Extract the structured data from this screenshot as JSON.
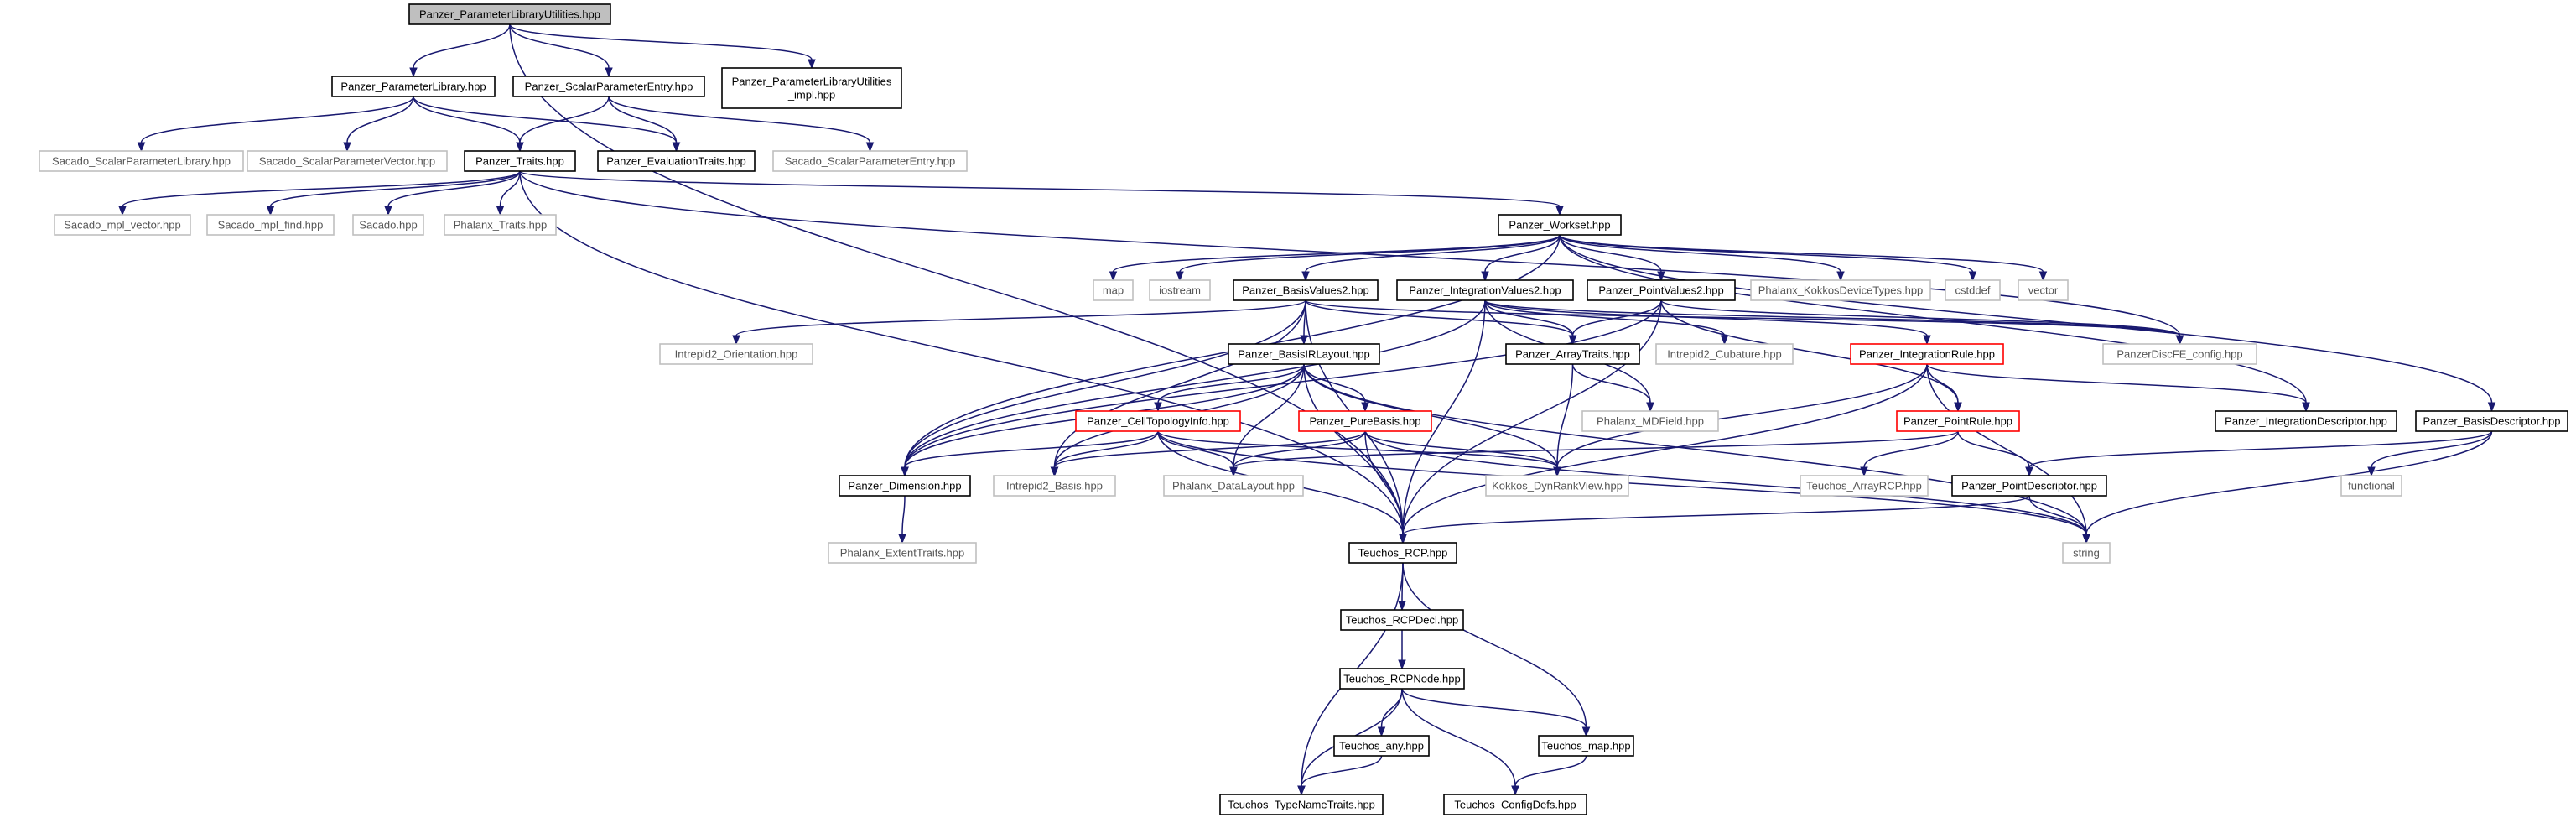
{
  "nodes": [
    {
      "id": "root",
      "label": "Panzer_ParameterLibraryUtilities.hpp",
      "kind": "root"
    },
    {
      "id": "plib",
      "label": "Panzer_ParameterLibrary.hpp",
      "kind": "doc"
    },
    {
      "id": "spentry",
      "label": "Panzer_ScalarParameterEntry.hpp",
      "kind": "doc"
    },
    {
      "id": "putil_impl",
      "label": [
        "Panzer_ParameterLibraryUtilities",
        "_impl.hpp"
      ],
      "kind": "doc"
    },
    {
      "id": "sac_spl",
      "label": "Sacado_ScalarParameterLibrary.hpp",
      "kind": "ext"
    },
    {
      "id": "sac_spv",
      "label": "Sacado_ScalarParameterVector.hpp",
      "kind": "ext"
    },
    {
      "id": "traits",
      "label": "Panzer_Traits.hpp",
      "kind": "doc"
    },
    {
      "id": "evaltraits",
      "label": "Panzer_EvaluationTraits.hpp",
      "kind": "doc"
    },
    {
      "id": "sac_spe",
      "label": "Sacado_ScalarParameterEntry.hpp",
      "kind": "ext"
    },
    {
      "id": "sac_mplv",
      "label": "Sacado_mpl_vector.hpp",
      "kind": "ext"
    },
    {
      "id": "sac_mplf",
      "label": "Sacado_mpl_find.hpp",
      "kind": "ext"
    },
    {
      "id": "sacado",
      "label": "Sacado.hpp",
      "kind": "ext"
    },
    {
      "id": "phx_traits",
      "label": "Phalanx_Traits.hpp",
      "kind": "ext"
    },
    {
      "id": "workset",
      "label": "Panzer_Workset.hpp",
      "kind": "doc"
    },
    {
      "id": "map",
      "label": "map",
      "kind": "ext"
    },
    {
      "id": "iostream",
      "label": "iostream",
      "kind": "ext"
    },
    {
      "id": "basisvals",
      "label": "Panzer_BasisValues2.hpp",
      "kind": "doc"
    },
    {
      "id": "intvals",
      "label": "Panzer_IntegrationValues2.hpp",
      "kind": "doc"
    },
    {
      "id": "pointvals",
      "label": "Panzer_PointValues2.hpp",
      "kind": "doc"
    },
    {
      "id": "phx_kokkos",
      "label": "Phalanx_KokkosDeviceTypes.hpp",
      "kind": "ext"
    },
    {
      "id": "cstddef",
      "label": "cstddef",
      "kind": "ext"
    },
    {
      "id": "vector",
      "label": "vector",
      "kind": "ext"
    },
    {
      "id": "intrep_orient",
      "label": "Intrepid2_Orientation.hpp",
      "kind": "ext"
    },
    {
      "id": "basisirl",
      "label": "Panzer_BasisIRLayout.hpp",
      "kind": "doc"
    },
    {
      "id": "arraytraits",
      "label": "Panzer_ArrayTraits.hpp",
      "kind": "doc"
    },
    {
      "id": "intrep_cub",
      "label": "Intrepid2_Cubature.hpp",
      "kind": "ext"
    },
    {
      "id": "intrule",
      "label": "Panzer_IntegrationRule.hpp",
      "kind": "warn"
    },
    {
      "id": "discfe",
      "label": "PanzerDiscFE_config.hpp",
      "kind": "ext"
    },
    {
      "id": "celltopo",
      "label": "Panzer_CellTopologyInfo.hpp",
      "kind": "warn"
    },
    {
      "id": "purebasis",
      "label": "Panzer_PureBasis.hpp",
      "kind": "warn"
    },
    {
      "id": "phx_mdf",
      "label": "Phalanx_MDField.hpp",
      "kind": "ext"
    },
    {
      "id": "pointrule",
      "label": "Panzer_PointRule.hpp",
      "kind": "warn"
    },
    {
      "id": "intdesc",
      "label": "Panzer_IntegrationDescriptor.hpp",
      "kind": "doc"
    },
    {
      "id": "basisdesc",
      "label": "Panzer_BasisDescriptor.hpp",
      "kind": "doc"
    },
    {
      "id": "dimension",
      "label": "Panzer_Dimension.hpp",
      "kind": "doc"
    },
    {
      "id": "intrep_basis",
      "label": "Intrepid2_Basis.hpp",
      "kind": "ext"
    },
    {
      "id": "phx_dl",
      "label": "Phalanx_DataLayout.hpp",
      "kind": "ext"
    },
    {
      "id": "kokkos_drv",
      "label": "Kokkos_DynRankView.hpp",
      "kind": "ext"
    },
    {
      "id": "teu_arcp",
      "label": "Teuchos_ArrayRCP.hpp",
      "kind": "ext"
    },
    {
      "id": "pointdesc",
      "label": "Panzer_PointDescriptor.hpp",
      "kind": "doc"
    },
    {
      "id": "functional",
      "label": "functional",
      "kind": "ext"
    },
    {
      "id": "phx_ext",
      "label": "Phalanx_ExtentTraits.hpp",
      "kind": "ext"
    },
    {
      "id": "teu_rcp",
      "label": "Teuchos_RCP.hpp",
      "kind": "doc"
    },
    {
      "id": "string",
      "label": "string",
      "kind": "ext"
    },
    {
      "id": "teu_rcpdecl",
      "label": "Teuchos_RCPDecl.hpp",
      "kind": "doc"
    },
    {
      "id": "teu_rcpnode",
      "label": "Teuchos_RCPNode.hpp",
      "kind": "doc"
    },
    {
      "id": "teu_any",
      "label": "Teuchos_any.hpp",
      "kind": "doc"
    },
    {
      "id": "teu_map",
      "label": "Teuchos_map.hpp",
      "kind": "doc"
    },
    {
      "id": "teu_tnt",
      "label": "Teuchos_TypeNameTraits.hpp",
      "kind": "doc"
    },
    {
      "id": "teu_cdefs",
      "label": "Teuchos_ConfigDefs.hpp",
      "kind": "doc"
    }
  ],
  "edges": [
    [
      "root",
      "plib"
    ],
    [
      "root",
      "spentry"
    ],
    [
      "root",
      "putil_impl"
    ],
    [
      "root",
      "teu_rcp"
    ],
    [
      "plib",
      "sac_spl"
    ],
    [
      "plib",
      "sac_spv"
    ],
    [
      "plib",
      "traits"
    ],
    [
      "plib",
      "evaltraits"
    ],
    [
      "spentry",
      "traits"
    ],
    [
      "spentry",
      "evaltraits"
    ],
    [
      "spentry",
      "sac_spe"
    ],
    [
      "traits",
      "sac_mplv"
    ],
    [
      "traits",
      "sac_mplf"
    ],
    [
      "traits",
      "sacado"
    ],
    [
      "traits",
      "phx_traits"
    ],
    [
      "traits",
      "workset"
    ],
    [
      "traits",
      "discfe"
    ],
    [
      "traits",
      "teu_rcp"
    ],
    [
      "workset",
      "map"
    ],
    [
      "workset",
      "iostream"
    ],
    [
      "workset",
      "basisvals"
    ],
    [
      "workset",
      "intvals"
    ],
    [
      "workset",
      "pointvals"
    ],
    [
      "workset",
      "phx_kokkos"
    ],
    [
      "workset",
      "cstddef"
    ],
    [
      "workset",
      "vector"
    ],
    [
      "workset",
      "dimension"
    ],
    [
      "workset",
      "intdesc"
    ],
    [
      "workset",
      "basisdesc"
    ],
    [
      "basisvals",
      "intrep_orient"
    ],
    [
      "basisvals",
      "basisirl"
    ],
    [
      "basisvals",
      "arraytraits"
    ],
    [
      "basisvals",
      "discfe"
    ],
    [
      "basisvals",
      "dimension"
    ],
    [
      "basisvals",
      "intrep_basis"
    ],
    [
      "basisvals",
      "teu_rcp"
    ],
    [
      "intvals",
      "intrep_cub"
    ],
    [
      "intvals",
      "arraytraits"
    ],
    [
      "intvals",
      "intrule"
    ],
    [
      "intvals",
      "discfe"
    ],
    [
      "intvals",
      "phx_mdf"
    ],
    [
      "intvals",
      "dimension"
    ],
    [
      "intvals",
      "teu_rcp"
    ],
    [
      "pointvals",
      "arraytraits"
    ],
    [
      "pointvals",
      "pointrule"
    ],
    [
      "pointvals",
      "discfe"
    ],
    [
      "pointvals",
      "dimension"
    ],
    [
      "pointvals",
      "teu_rcp"
    ],
    [
      "basisirl",
      "celltopo"
    ],
    [
      "basisirl",
      "purebasis"
    ],
    [
      "basisirl",
      "dimension"
    ],
    [
      "basisirl",
      "intrep_basis"
    ],
    [
      "basisirl",
      "phx_dl"
    ],
    [
      "basisirl",
      "kokkos_drv"
    ],
    [
      "basisirl",
      "teu_rcp"
    ],
    [
      "basisirl",
      "string"
    ],
    [
      "arraytraits",
      "phx_mdf"
    ],
    [
      "arraytraits",
      "kokkos_drv"
    ],
    [
      "intrule",
      "pointrule"
    ],
    [
      "intrule",
      "intdesc"
    ],
    [
      "intrule",
      "teu_rcp"
    ],
    [
      "intrule",
      "kokkos_drv"
    ],
    [
      "intrule",
      "string"
    ],
    [
      "celltopo",
      "dimension"
    ],
    [
      "celltopo",
      "intrep_basis"
    ],
    [
      "celltopo",
      "phx_dl"
    ],
    [
      "celltopo",
      "kokkos_drv"
    ],
    [
      "celltopo",
      "teu_rcp"
    ],
    [
      "celltopo",
      "string"
    ],
    [
      "purebasis",
      "intrep_basis"
    ],
    [
      "purebasis",
      "phx_dl"
    ],
    [
      "purebasis",
      "kokkos_drv"
    ],
    [
      "purebasis",
      "teu_rcp"
    ],
    [
      "purebasis",
      "string"
    ],
    [
      "pointrule",
      "teu_arcp"
    ],
    [
      "pointrule",
      "pointdesc"
    ],
    [
      "pointrule",
      "phx_dl"
    ],
    [
      "pointdesc",
      "string"
    ],
    [
      "pointdesc",
      "teu_rcp"
    ],
    [
      "basisdesc",
      "pointdesc"
    ],
    [
      "basisdesc",
      "functional"
    ],
    [
      "basisdesc",
      "string"
    ],
    [
      "dimension",
      "phx_ext"
    ],
    [
      "teu_rcp",
      "teu_rcpdecl"
    ],
    [
      "teu_rcp",
      "teu_map"
    ],
    [
      "teu_rcp",
      "teu_tnt"
    ],
    [
      "teu_rcpdecl",
      "teu_rcpnode"
    ],
    [
      "teu_rcpnode",
      "teu_any"
    ],
    [
      "teu_rcpnode",
      "teu_map"
    ],
    [
      "teu_rcpnode",
      "teu_tnt"
    ],
    [
      "teu_rcpnode",
      "teu_cdefs"
    ],
    [
      "teu_any",
      "teu_tnt"
    ],
    [
      "teu_map",
      "teu_cdefs"
    ]
  ]
}
